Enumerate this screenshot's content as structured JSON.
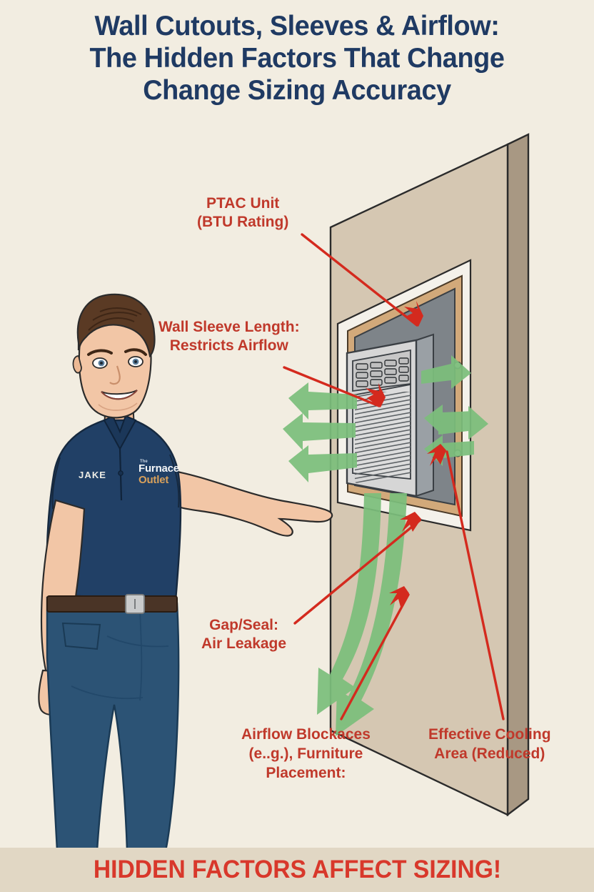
{
  "title": {
    "line1": "Wall Cutouts, Sleeves & Airflow:",
    "line2": "The Hidden Factors That Change",
    "line3": "Change Sizing Accuracy",
    "color": "#1F3A63"
  },
  "callouts": [
    {
      "id": "ptac",
      "line1": "PTAC Unit",
      "line2": "(BTU Rating)"
    },
    {
      "id": "sleeve",
      "line1": "Wall Sleeve Length:",
      "line2": "Restricts Airflow"
    },
    {
      "id": "gap",
      "line1": "Gap/Seal:",
      "line2": "Air Leakage"
    },
    {
      "id": "block",
      "line1": "Airflow Blockaces",
      "line2": "(e..g.), Furniture",
      "line3": "Placement:"
    },
    {
      "id": "eff",
      "line1": "Effective Cooling",
      "line2": "Area (Reduced)"
    }
  ],
  "callout_color": "#C0392B",
  "technician": {
    "name_tag": "JAKE",
    "logo_the": "The",
    "logo_furnace": "Furnace",
    "logo_outlet": "Outlet",
    "shirt_color": "#214066",
    "jeans_color": "#2C5375",
    "belt_color": "#4A3426"
  },
  "banner": {
    "text": "HIDDEN FACTORS AFFECT SIZING!",
    "text_color": "#D8382B",
    "background": "#E1D7C4"
  },
  "palette": {
    "page_background": "#F2EDE1",
    "wall_face": "#D5C7B2",
    "wall_side": "#A89883",
    "sleeve_wood": "#D2A97A",
    "unit_body": "#D6D6D6",
    "unit_dark": "#7E8489",
    "airflow_arrow": "#7CBF7C",
    "pointer_line": "#D42A1E"
  }
}
